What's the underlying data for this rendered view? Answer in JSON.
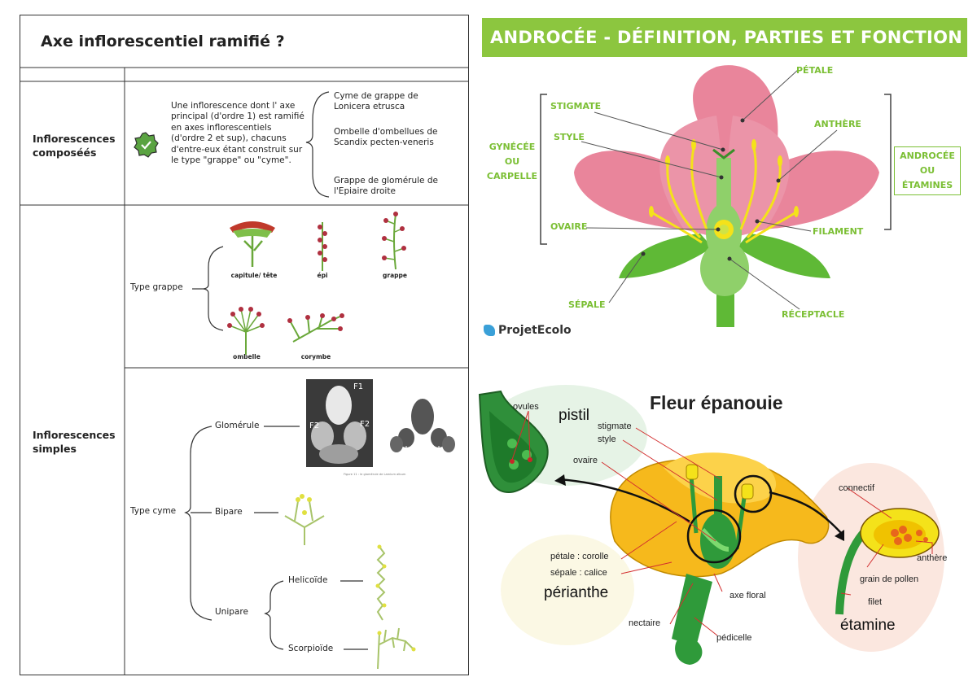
{
  "left": {
    "title": "Axe inflorescentiel ramifié ?",
    "composees": {
      "label": "Inflorescences composéés",
      "description": "Une inflorescence dont l' axe principal (d'ordre 1) est ramifié en axes inflorescentiels (d'ordre 2 et sup), chacuns d'entre-eux étant construit sur le type \"grappe\" ou \"cyme\".",
      "examples": [
        "Cyme de grappe de Lonicera etrusca",
        "Ombelle d'ombellues de Scandix pecten-veneris",
        "Grappe de glomérule de l'Epiaire droite"
      ]
    },
    "simples": {
      "label": "Inflorescences simples",
      "grappe": {
        "label": "Type grappe",
        "items": [
          "capitule/ tête",
          "épi",
          "grappe",
          "ombelle",
          "corymbe"
        ]
      },
      "cyme": {
        "label": "Type cyme",
        "glomerule": "Glomérule",
        "bipare": "Bipare",
        "unipare": "Unipare",
        "helicoide": "Helicoïde",
        "scorpioide": "Scorpioïde",
        "photo_labels": [
          "F1",
          "F2",
          "F2"
        ],
        "figure_caption": "Figure 11 : le glomérule de Lamium album"
      }
    }
  },
  "androcee": {
    "banner": "ANDROCÉE - DÉFINITION, PARTIES ET FONCTION",
    "labels": {
      "petale": "PÉTALE",
      "stigmate": "STIGMATE",
      "style": "STYLE",
      "anthere": "ANTHÈRE",
      "gynecee": "GYNÉCÉE OU CARPELLE",
      "androcee": "ANDROCÉE OU ÉTAMINES",
      "ovaire": "OVAIRE",
      "filament": "FILAMENT",
      "sepale": "SÉPALE",
      "receptacle": "RÉCEPTACLE"
    },
    "logo": "ProjetEcolo",
    "colors": {
      "banner": "#8cc63f",
      "petal": "#e9859b",
      "green": "#5fb936",
      "yellow": "#f4e21a"
    }
  },
  "fleur": {
    "title": "Fleur épanouie",
    "pistil": "pistil",
    "ovules": "ovules",
    "stigmate": "stigmate",
    "style": "style",
    "ovaire": "ovaire",
    "petale": "pétale : corolle",
    "sepale": "sépale : calice",
    "perianthe": "périanthe",
    "nectaire": "nectaire",
    "axe_floral": "axe floral",
    "pedicelle": "pédicelle",
    "connectif": "connectif",
    "anthere": "anthère",
    "grain": "grain de pollen",
    "filet": "filet",
    "etamine": "étamine"
  }
}
